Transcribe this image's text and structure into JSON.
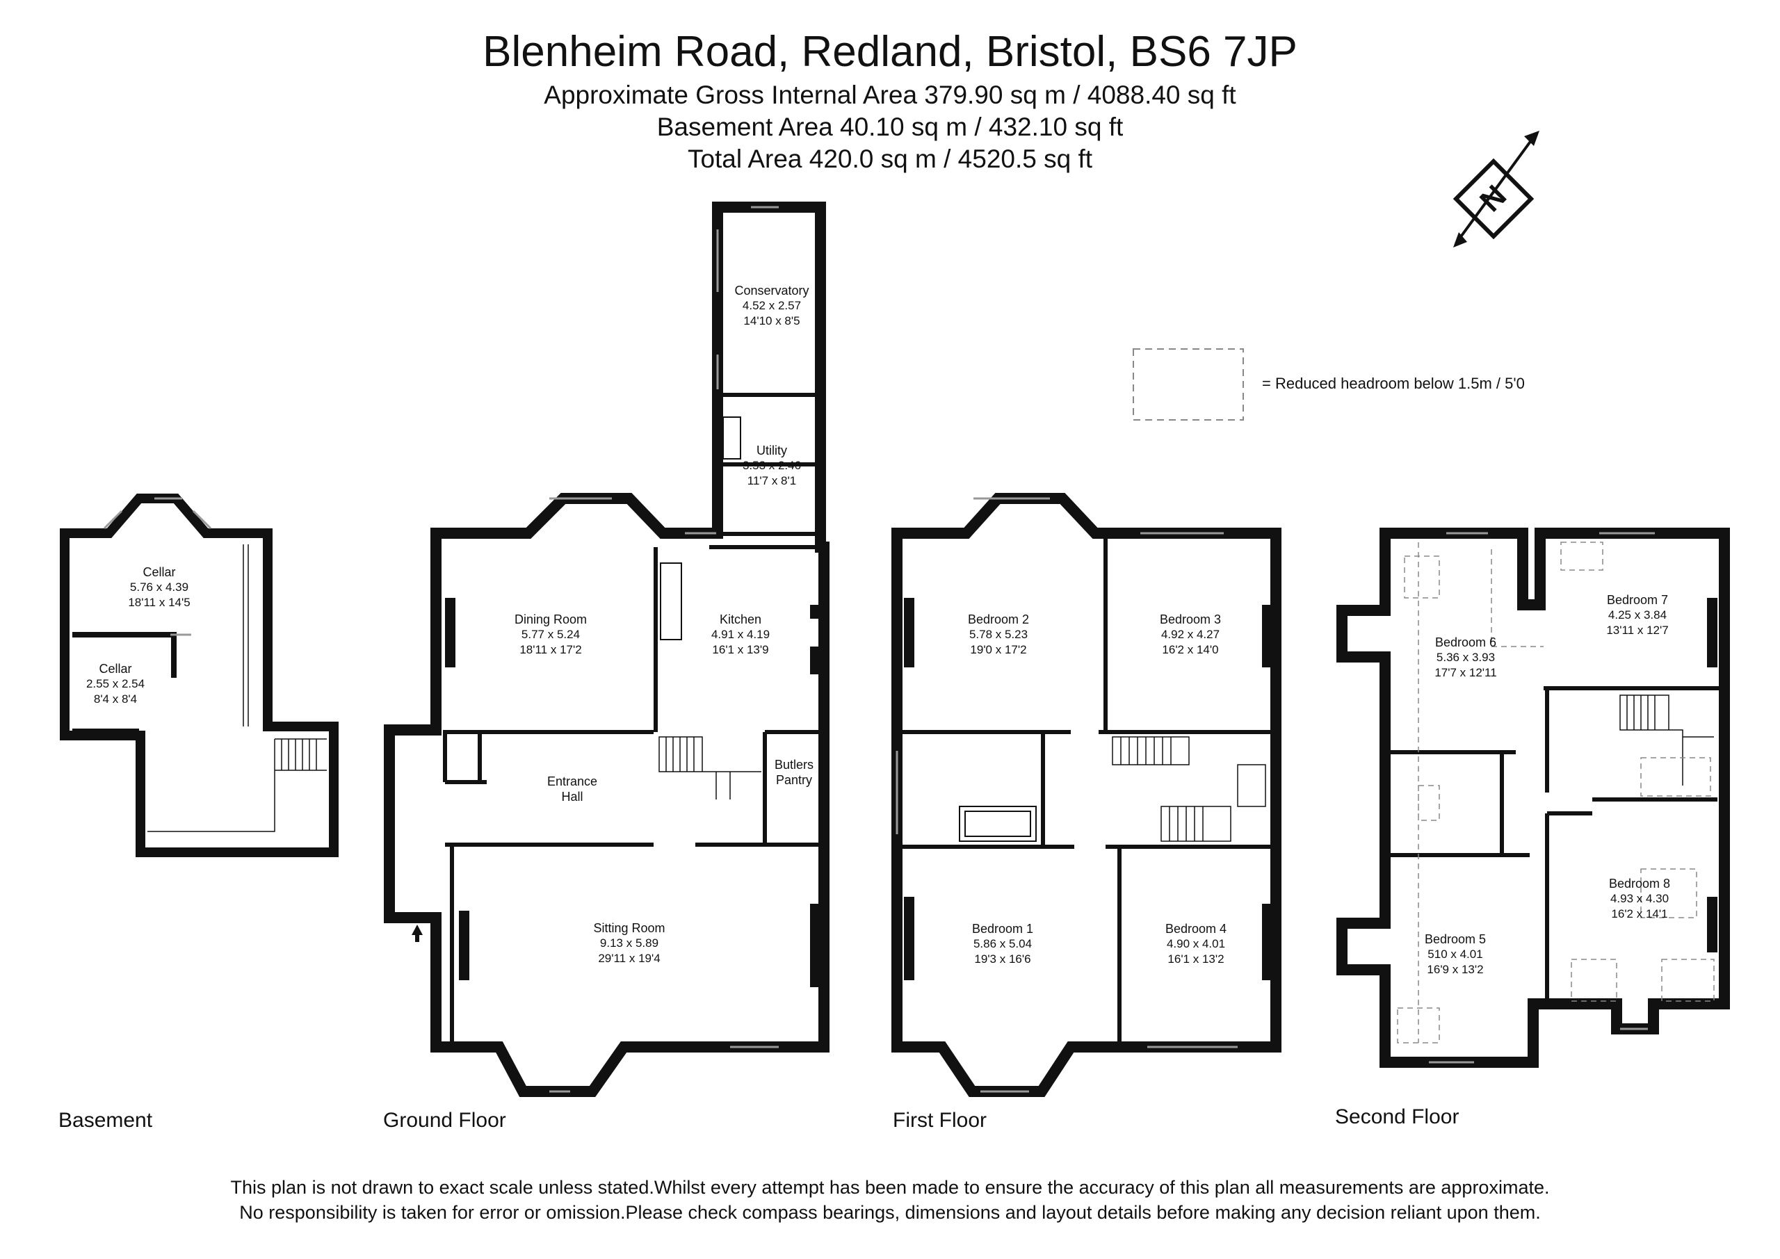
{
  "header": {
    "title": "Blenheim Road, Redland, Bristol, BS6 7JP",
    "line1": "Approximate Gross Internal Area 379.90 sq m / 4088.40 sq ft",
    "line2": "Basement Area 40.10 sq m / 432.10 sq ft",
    "line3": "Total Area 420.0 sq m / 4520.5 sq ft"
  },
  "compass": {
    "letter": "N"
  },
  "legend": {
    "text": "=  Reduced headroom below 1.5m / 5'0"
  },
  "floors": {
    "basement": "Basement",
    "ground": "Ground Floor",
    "first": "First Floor",
    "second": "Second Floor"
  },
  "rooms": {
    "cellar1": {
      "name": "Cellar",
      "metric": "5.76 x 4.39",
      "imperial": "18'11 x 14'5"
    },
    "cellar2": {
      "name": "Cellar",
      "metric": "2.55 x 2.54",
      "imperial": "8'4 x 8'4"
    },
    "conservatory": {
      "name": "Conservatory",
      "metric": "4.52 x 2.57",
      "imperial": "14'10 x 8'5"
    },
    "utility": {
      "name": "Utility",
      "metric": "3.53 x 2.46",
      "imperial": "11'7 x 8'1"
    },
    "dining": {
      "name": "Dining Room",
      "metric": "5.77 x 5.24",
      "imperial": "18'11 x 17'2"
    },
    "kitchen": {
      "name": "Kitchen",
      "metric": "4.91 x 4.19",
      "imperial": "16'1 x 13'9"
    },
    "entrance_line1": "Entrance",
    "entrance_line2": "Hall",
    "butlers_line1": "Butlers",
    "butlers_line2": "Pantry",
    "sitting": {
      "name": "Sitting Room",
      "metric": "9.13 x 5.89",
      "imperial": "29'11 x 19'4"
    },
    "bedroom2": {
      "name": "Bedroom 2",
      "metric": "5.78 x 5.23",
      "imperial": "19'0 x 17'2"
    },
    "bedroom3": {
      "name": "Bedroom 3",
      "metric": "4.92 x 4.27",
      "imperial": "16'2 x 14'0"
    },
    "bedroom1": {
      "name": "Bedroom 1",
      "metric": "5.86 x 5.04",
      "imperial": "19'3 x 16'6"
    },
    "bedroom4": {
      "name": "Bedroom 4",
      "metric": "4.90 x 4.01",
      "imperial": "16'1 x 13'2"
    },
    "bedroom6": {
      "name": "Bedroom 6",
      "metric": "5.36 x 3.93",
      "imperial": "17'7 x 12'11"
    },
    "bedroom7": {
      "name": "Bedroom 7",
      "metric": "4.25 x 3.84",
      "imperial": "13'11 x 12'7"
    },
    "bedroom8": {
      "name": "Bedroom 8",
      "metric": "4.93 x 4.30",
      "imperial": "16'2 x 14'1"
    },
    "bedroom5": {
      "name": "Bedroom 5",
      "metric": "510 x 4.01",
      "imperial": "16'9 x 13'2"
    }
  },
  "disclaimer": {
    "line1": "This plan is not drawn to exact scale unless stated.Whilst every attempt has been made to ensure the accuracy of this plan all measurements are approximate.",
    "line2": "No responsibility is taken for error or omission.Please check compass bearings, dimensions and layout details before making any decision reliant upon them."
  }
}
